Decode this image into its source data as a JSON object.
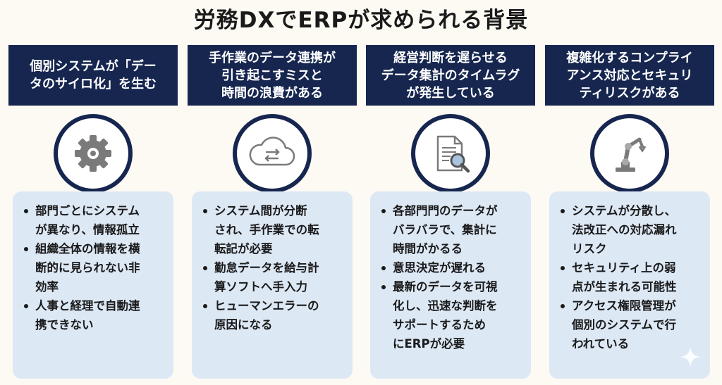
{
  "title": "労務DXでERPが求められる背景",
  "columns": [
    {
      "header": "個別システムが「デー\nタのサイロ化」を生む",
      "icon": "gear-icon",
      "bullets": [
        "部門ごとにシステム\nが異なり、情報孤立",
        "組織全体の情報を横\n断的に見られない非\n効率",
        "人事と経理で自動連\n携できない"
      ]
    },
    {
      "header": "手作業のデータ連携が\n引き起こすミスと\n時間の浪費がある",
      "icon": "cloud-sync-icon",
      "bullets": [
        "システム間が分断\nされ、手作業での転\n転記が必要",
        "勤怠データを給与計\n算ソフトへ手入力",
        "ヒューマンエラーの\n原因になる"
      ]
    },
    {
      "header": "経営判断を遅らせる\nデータ集計のタイムラグ\nが発生している",
      "icon": "document-search-icon",
      "bullets": [
        "各部門門のデータが\nバラバラで、集計に\n時間がかるる",
        "意思決定が遅れる",
        "最新のデータを可視\n化し、迅速な判断を\nサポートするため\nにERPが必要"
      ]
    },
    {
      "header": "複雑化するコンプライ\nアンス対応とセキュリ\nティリスクがある",
      "icon": "robot-arm-icon",
      "bullets": [
        "システムが分散し、\n法改正への対応漏れ\nリスク",
        "セキュリティ上の弱\n点が生まれる可能性",
        "アクセス権限管理が\n個別のシステムで行\nわれている"
      ]
    }
  ],
  "colors": {
    "header_bg": "#16264f",
    "card_bg": "#dde8f5",
    "background": "#fdfaf4"
  }
}
